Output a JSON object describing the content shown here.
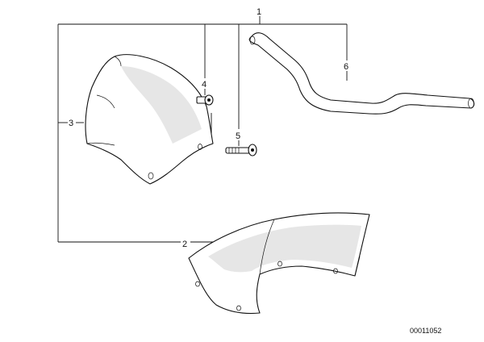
{
  "callouts": {
    "c1": "1",
    "c2": "2",
    "c3": "3",
    "c4": "4",
    "c5": "5",
    "c6": "6"
  },
  "document_number": "00011052",
  "parts": [
    {
      "callout": "1",
      "icon": "kit-bracket"
    },
    {
      "callout": "2",
      "icon": "windscreen-large-icon"
    },
    {
      "callout": "3",
      "icon": "windscreen-small-icon"
    },
    {
      "callout": "4",
      "icon": "screw-icon"
    },
    {
      "callout": "5",
      "icon": "bolt-icon"
    },
    {
      "callout": "6",
      "icon": "handlebar-icon"
    }
  ]
}
